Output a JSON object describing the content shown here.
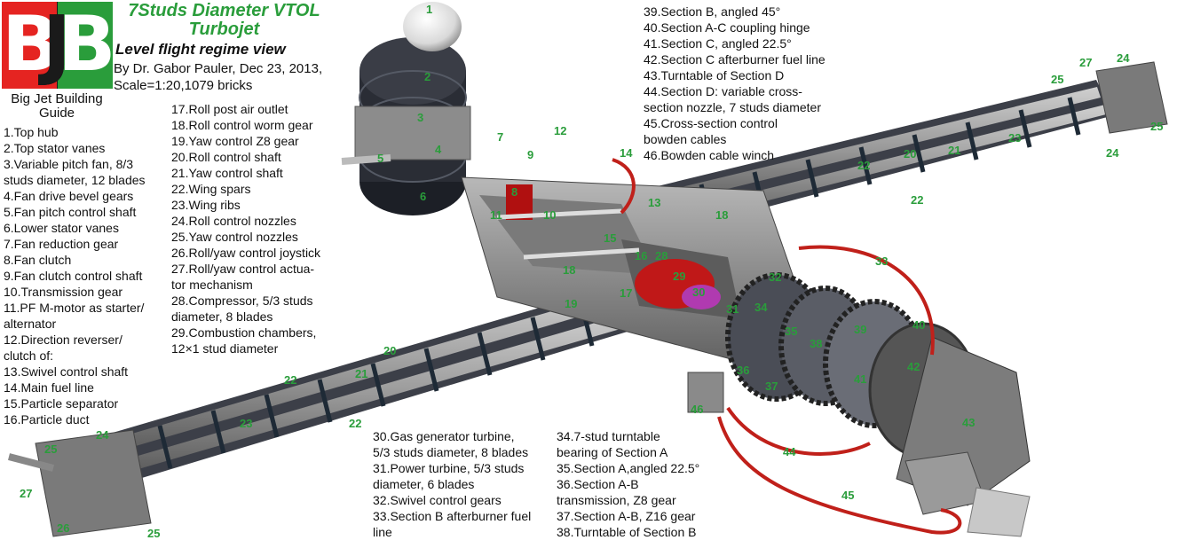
{
  "logo": {
    "letters": [
      "B",
      "J",
      "B"
    ],
    "caption": "Big Jet Building Guide"
  },
  "header": {
    "title": "7Studs Diameter VTOL Turbojet",
    "subtitle": "Level flight regime view",
    "author": "By Dr. Gabor Pauler, Dec 23, 2013, Scale=1:20,1079 bricks"
  },
  "legend_col1": [
    "1.Top hub",
    "2.Top stator vanes",
    "3.Variable pitch fan, 8/3",
    "studs diameter, 12 blades",
    "4.Fan drive bevel gears",
    "5.Fan pitch control shaft",
    "6.Lower stator vanes",
    "7.Fan reduction gear",
    "8.Fan clutch",
    "9.Fan clutch control shaft",
    "10.Transmission gear",
    "11.PF M-motor as starter/",
    "alternator",
    "12.Direction reverser/",
    "clutch of:",
    "13.Swivel control shaft",
    "14.Main fuel line",
    "15.Particle separator",
    "16.Particle duct"
  ],
  "legend_col2": [
    "17.Roll post air outlet",
    "18.Roll control worm gear",
    "19.Yaw control Z8 gear",
    "20.Roll control shaft",
    "21.Yaw control shaft",
    "22.Wing spars",
    "23.Wing ribs",
    "24.Roll control nozzles",
    "25.Yaw control nozzles",
    "26.Roll/yaw control joystick",
    "27.Roll/yaw control actua-",
    "tor mechanism",
    "28.Compressor, 5/3 studs",
    "diameter, 8 blades",
    "29.Combustion chambers,",
    "12×1 stud diameter"
  ],
  "legend_col3": [
    "39.Section B, angled 45°",
    "40.Section A-C coupling hinge",
    "41.Section C, angled 22.5°",
    "42.Section C afterburner fuel line",
    "43.Turntable of Section D",
    "44.Section D: variable cross-",
    "section nozzle, 7 studs diameter",
    "45.Cross-section control",
    "bowden cables",
    "46.Bowden cable winch"
  ],
  "legend_col4": [
    "30.Gas generator turbine,",
    "5/3 studs diameter, 8 blades",
    "31.Power turbine, 5/3 studs",
    "diameter, 6 blades",
    "32.Swivel control gears",
    "33.Section B afterburner fuel",
    "line"
  ],
  "legend_col5": [
    "34.7-stud turntable",
    "bearing of Section A",
    "35.Section A,angled 22.5°",
    "36.Section A-B",
    "transmission, Z8 gear",
    "37.Section A-B, Z16 gear",
    "38.Turntable of Section B"
  ],
  "callouts": [
    "1",
    "2",
    "3",
    "4",
    "5",
    "6",
    "7",
    "8",
    "9",
    "10",
    "11",
    "12",
    "13",
    "14",
    "15",
    "16",
    "17",
    "18",
    "18",
    "19",
    "20",
    "20",
    "21",
    "21",
    "22",
    "22",
    "22",
    "22",
    "23",
    "23",
    "24",
    "24",
    "24",
    "25",
    "25",
    "25",
    "25",
    "26",
    "27",
    "27",
    "28",
    "29",
    "30",
    "31",
    "32",
    "33",
    "34",
    "35",
    "36",
    "37",
    "38",
    "39",
    "40",
    "41",
    "42",
    "43",
    "44",
    "45",
    "46"
  ],
  "colors": {
    "accent_green": "#2a9d3b",
    "logo_red": "#e52421",
    "fuel_line_red": "#c0201a"
  }
}
